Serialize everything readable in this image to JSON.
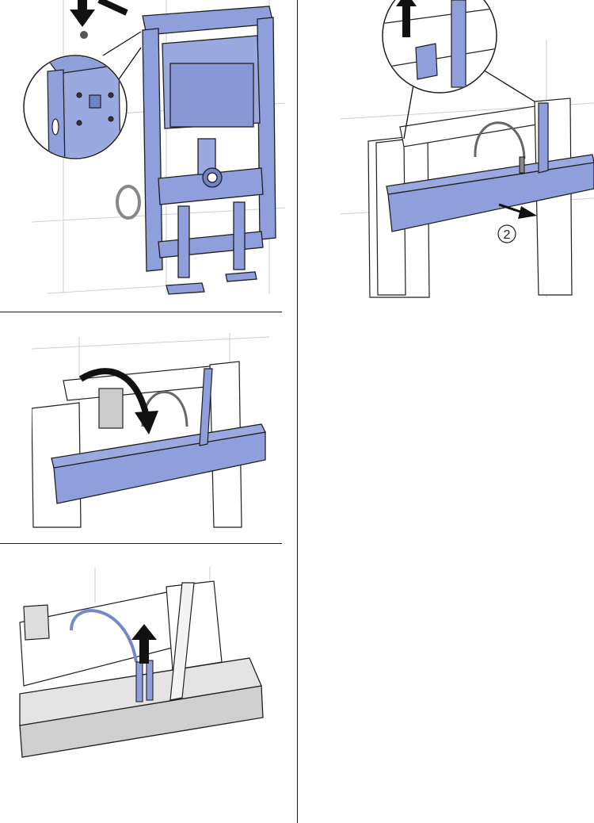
{
  "document": {
    "type": "installation-instructions-page",
    "panels": [
      {
        "id": "frame-overview",
        "description_icon": "wall-frame-with-bracket-zoom"
      },
      {
        "id": "tray-lift-zoom",
        "step_number": "2",
        "description_icon": "tray-pull-out-arrow"
      },
      {
        "id": "tray-fold-down",
        "description_icon": "rotate-arrow"
      },
      {
        "id": "hose-lift",
        "description_icon": "up-arrow"
      }
    ]
  },
  "colors": {
    "frame_blue": "#8e9fdc",
    "frame_blue_dark": "#6f83c8",
    "line": "#1f1f1f",
    "wall_line": "#c8c8c8",
    "tray_grey": "#cfcfcf"
  }
}
